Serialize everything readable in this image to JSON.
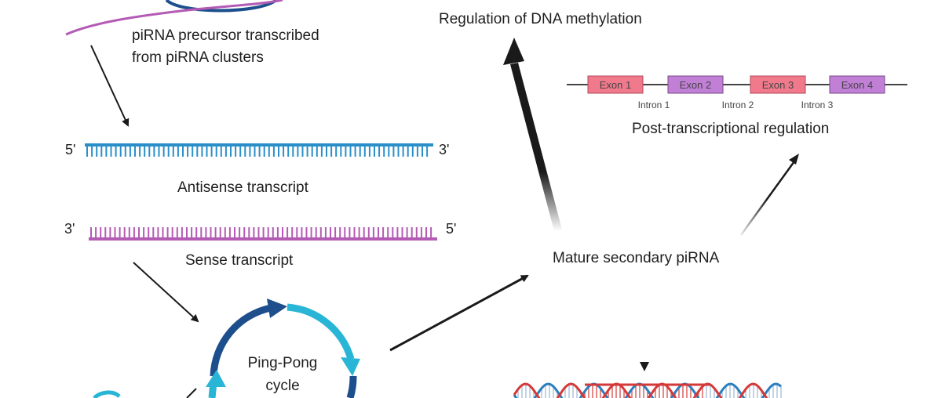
{
  "labels": {
    "precursor_line1": "piRNA precursor transcribed",
    "precursor_line2": "from piRNA clusters",
    "antisense": "Antisense transcript",
    "sense": "Sense transcript",
    "antisense_5": "5'",
    "antisense_3": "3'",
    "sense_3": "3'",
    "sense_5": "5'",
    "pingpong_line1": "Ping-Pong",
    "pingpong_line2": "cycle",
    "mature": "Mature secondary piRNA",
    "methylation": "Regulation of DNA methylation",
    "post_transcriptional": "Post-transcriptional regulation"
  },
  "gene": {
    "exons": [
      "Exon 1",
      "Exon 2",
      "Exon 3",
      "Exon 4"
    ],
    "introns": [
      "Intron 1",
      "Intron 2",
      "Intron 3"
    ]
  },
  "colors": {
    "antisense": "#2a8fc9",
    "sense": "#b45bb5",
    "exon_pink": "#f07a8c",
    "exon_purple": "#c17fd6",
    "cycle_dark": "#1d4f8c",
    "cycle_light": "#29b6d6",
    "dna_red": "#d43a3a",
    "dna_blue": "#2a7fbf"
  }
}
